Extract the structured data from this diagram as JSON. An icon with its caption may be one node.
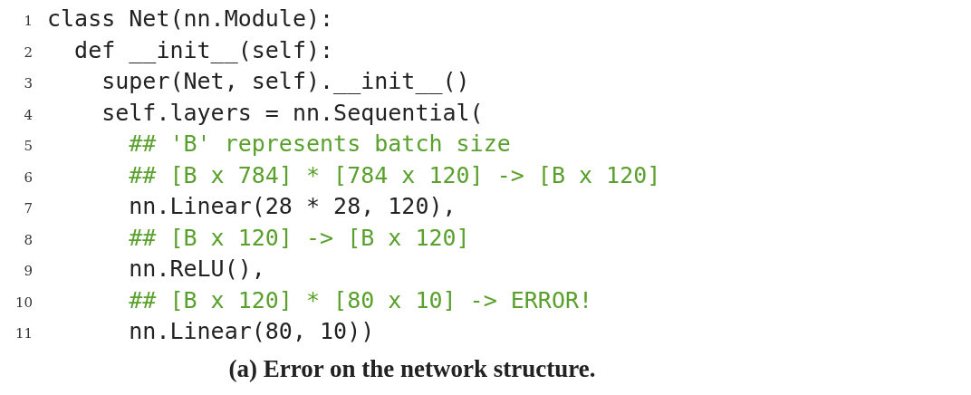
{
  "diagram": {
    "caption": "(a) Error on the network structure.",
    "labels": [
      "1",
      "class Net(nn.Module):",
      "2",
      "  def __init__(self):",
      "3",
      "    super(Net, self).__init__()",
      "4",
      "    self.layers = nn.Sequential(",
      "5",
      "      ## 'B' represents batch size",
      "6",
      "      ## [B x 784] * [784 x 120] -> [B x 120]",
      "7",
      "      nn.Linear(28 * 28, 120),",
      "8",
      "      ## [B x 120] -> [B x 120]",
      "9",
      "      nn.ReLU(),",
      "10",
      "      ## [B x 120] * [80 x 10] -> ERROR!",
      "11",
      "      nn.Linear(80, 10))"
    ]
  }
}
